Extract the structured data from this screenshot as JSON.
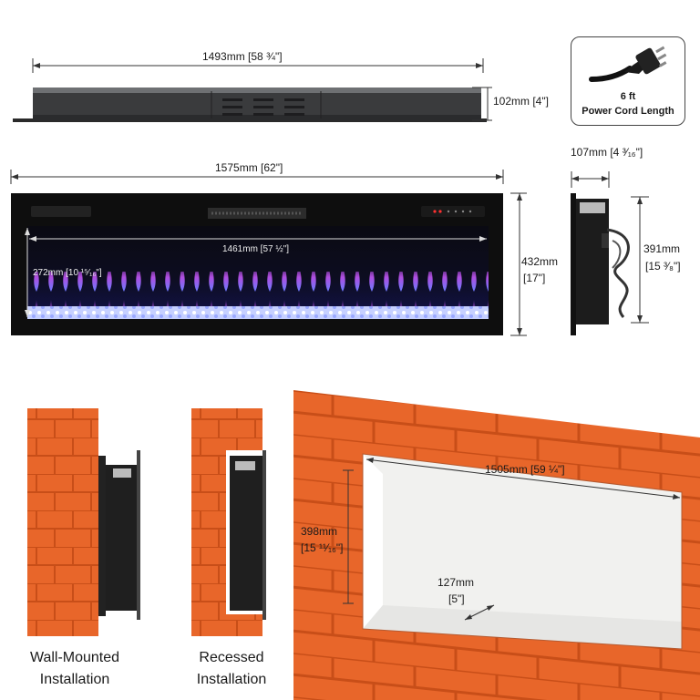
{
  "dimensions": {
    "top_width": "1493mm [58 ¾\"]",
    "top_depth": "102mm [4\"]",
    "front_width": "1575mm [62\"]",
    "front_height_mm": "432mm",
    "front_height_in": "[17\"]",
    "viewing_width": "1461mm [57 ½\"]",
    "viewing_height": "272mm [10 ¹⁵⁄₁₆\"]",
    "side_depth": "107mm [4 ³⁄₁₆\"]",
    "side_height_mm": "391mm",
    "side_height_in": "[15 ³⁄₈\"]",
    "recess_width": "1505mm [59 ¼\"]",
    "recess_height_mm": "398mm",
    "recess_height_in": "[15 ¹¹⁄₁₆\"]",
    "recess_depth_mm": "127mm",
    "recess_depth_in": "[5\"]"
  },
  "power_cord": {
    "line1": "6 ft",
    "line2": "Power Cord Length"
  },
  "installations": [
    {
      "line1": "Wall-Mounted",
      "line2": "Installation"
    },
    {
      "line1": "Recessed",
      "line2": "Installation"
    }
  ],
  "colors": {
    "brick": "#e8662a",
    "mortar": "#c84e18",
    "fireplace": "#111111",
    "flame_blue": "#3a4bd8",
    "flame_purple": "#b04ee0"
  }
}
